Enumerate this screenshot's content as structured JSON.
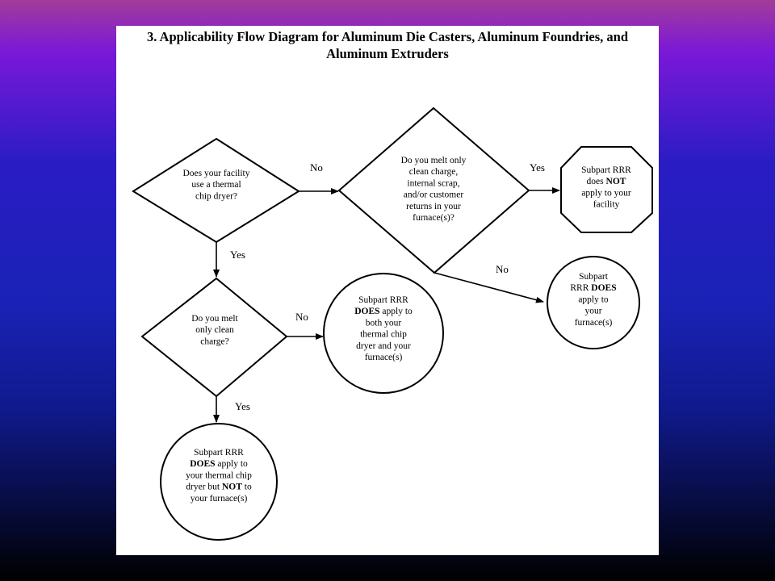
{
  "title": {
    "line1": "3. Applicability Flow Diagram for Aluminum Die Casters, Aluminum Foundries, and",
    "line2": "Aluminum Extruders"
  },
  "nodes": {
    "q_chip_dryer": {
      "shape": "diamond",
      "lines": [
        [
          "Does your facility"
        ],
        [
          "use a thermal"
        ],
        [
          "chip dryer?"
        ]
      ]
    },
    "q_clean_charge_scrap": {
      "shape": "diamond",
      "lines": [
        [
          "Do you melt only"
        ],
        [
          "clean charge,"
        ],
        [
          "internal scrap,"
        ],
        [
          "and/or customer"
        ],
        [
          "returns in your"
        ],
        [
          "furnace(s)?"
        ]
      ]
    },
    "r_not_apply": {
      "shape": "octagon",
      "lines": [
        [
          "Subpart RRR"
        ],
        [
          "does ",
          {
            "b": "NOT"
          }
        ],
        [
          "apply to your"
        ],
        [
          "facility"
        ]
      ]
    },
    "r_apply_furnaces": {
      "shape": "circle",
      "lines": [
        [
          "Subpart"
        ],
        [
          "RRR ",
          {
            "b": "DOES"
          }
        ],
        [
          "apply to"
        ],
        [
          "your"
        ],
        [
          "furnace(s)"
        ]
      ]
    },
    "q_clean_charge_only": {
      "shape": "diamond",
      "lines": [
        [
          "Do you melt"
        ],
        [
          "only clean"
        ],
        [
          "charge?"
        ]
      ]
    },
    "r_apply_both": {
      "shape": "circle",
      "lines": [
        [
          "Subpart RRR"
        ],
        [
          {
            "b": "DOES"
          },
          " apply to"
        ],
        [
          "both your"
        ],
        [
          "thermal chip"
        ],
        [
          "dryer and your"
        ],
        [
          "furnace(s)"
        ]
      ]
    },
    "r_apply_dryer_only": {
      "shape": "circle",
      "lines": [
        [
          "Subpart RRR"
        ],
        [
          {
            "b": "DOES"
          },
          " apply to"
        ],
        [
          "your thermal chip"
        ],
        [
          "dryer but ",
          {
            "b": "NOT"
          },
          " to"
        ],
        [
          "your furnace(s)"
        ]
      ]
    }
  },
  "edges": {
    "chip_dryer_no": "No",
    "chip_dryer_yes": "Yes",
    "scrap_yes": "Yes",
    "scrap_no": "No",
    "clean_only_no": "No",
    "clean_only_yes": "Yes"
  },
  "colors": {
    "panel": "#ffffff",
    "stroke": "#000000",
    "background_top": "#a33c9a",
    "background_mid": "#2a1cc4",
    "background_bottom": "#000000"
  }
}
